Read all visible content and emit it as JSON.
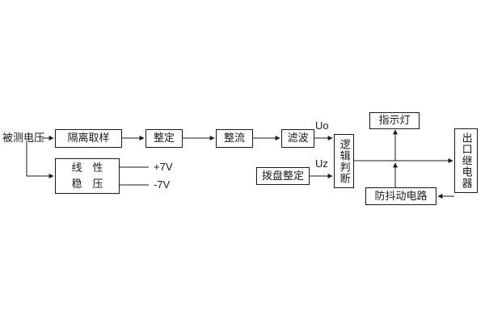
{
  "diagram": {
    "title_hint": "voltage-relay-block-diagram",
    "source_label": "被测电压",
    "blocks": {
      "isolation_sampling": "隔离取样",
      "setting": "整定",
      "rectifier": "整流",
      "filter": "滤波",
      "logic_judgment": "逻辑判断",
      "dial_setting": "拨盘整定",
      "indicator_lamp": "指示灯",
      "output_relay": "出口继电器",
      "anti_jitter_circuit": "防抖动电路",
      "regulator_line1": "线　性",
      "regulator_line2": "稳　压"
    },
    "signals": {
      "uo": "Uo",
      "uz": "Uz",
      "plus7v": "+7V",
      "minus7v": "-7V"
    },
    "colors": {
      "line": "#1a1a1a",
      "background": "#ffffff"
    }
  }
}
